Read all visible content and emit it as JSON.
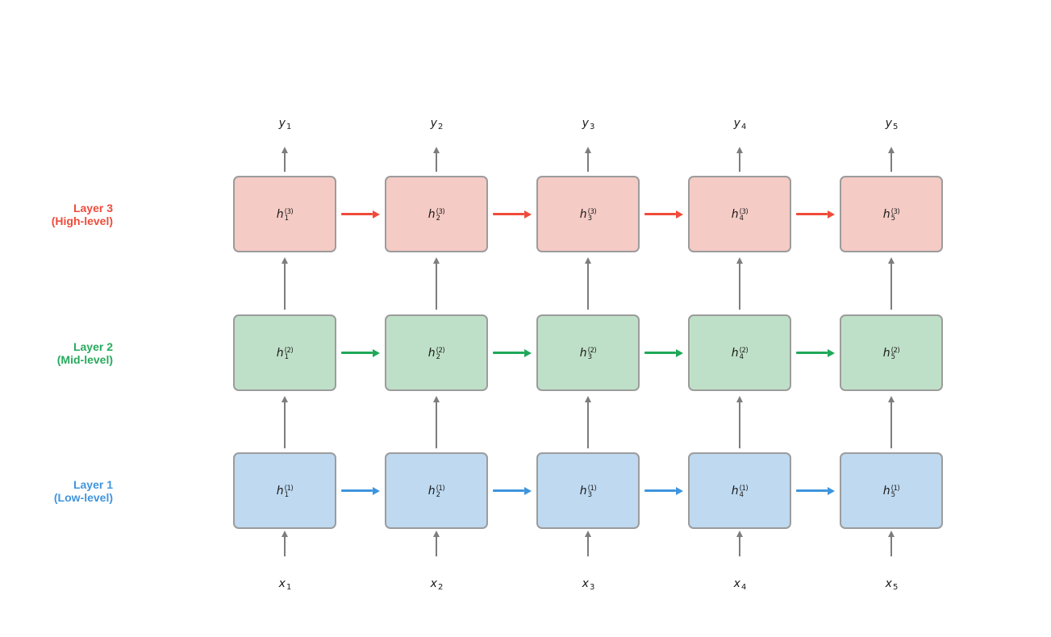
{
  "diagram": {
    "type": "stacked-rnn",
    "timesteps": 5,
    "background": "#ffffff"
  },
  "connector_color": "#7d7d7d",
  "layers": [
    {
      "id": "3",
      "name": "Layer 3",
      "sublabel": "(High-level)",
      "text_color": "#ed4c3b",
      "box_fill": "#f5cbc5",
      "box_border": "#9c9c9c",
      "arrow_color": "#ef4b3a",
      "cells": [
        {
          "var": "h",
          "sub": "1",
          "sup": "(3)"
        },
        {
          "var": "h",
          "sub": "2",
          "sup": "(3)"
        },
        {
          "var": "h",
          "sub": "3",
          "sup": "(3)"
        },
        {
          "var": "h",
          "sub": "4",
          "sup": "(3)"
        },
        {
          "var": "h",
          "sub": "5",
          "sup": "(3)"
        }
      ]
    },
    {
      "id": "2",
      "name": "Layer 2",
      "sublabel": "(Mid-level)",
      "text_color": "#27aa5d",
      "box_fill": "#bfe0c8",
      "box_border": "#9c9c9c",
      "arrow_color": "#1fa859",
      "cells": [
        {
          "var": "h",
          "sub": "1",
          "sup": "(2)"
        },
        {
          "var": "h",
          "sub": "2",
          "sup": "(2)"
        },
        {
          "var": "h",
          "sub": "3",
          "sup": "(2)"
        },
        {
          "var": "h",
          "sub": "4",
          "sup": "(2)"
        },
        {
          "var": "h",
          "sub": "5",
          "sup": "(2)"
        }
      ]
    },
    {
      "id": "1",
      "name": "Layer 1",
      "sublabel": "(Low-level)",
      "text_color": "#4095dd",
      "box_fill": "#bed9f0",
      "box_border": "#9c9c9c",
      "arrow_color": "#3e95dd",
      "cells": [
        {
          "var": "h",
          "sub": "1",
          "sup": "(1)"
        },
        {
          "var": "h",
          "sub": "2",
          "sup": "(1)"
        },
        {
          "var": "h",
          "sub": "3",
          "sup": "(1)"
        },
        {
          "var": "h",
          "sub": "4",
          "sup": "(1)"
        },
        {
          "var": "h",
          "sub": "5",
          "sup": "(1)"
        }
      ]
    }
  ],
  "outputs": [
    {
      "var": "y",
      "sub": "1"
    },
    {
      "var": "y",
      "sub": "2"
    },
    {
      "var": "y",
      "sub": "3"
    },
    {
      "var": "y",
      "sub": "4"
    },
    {
      "var": "y",
      "sub": "5"
    }
  ],
  "inputs": [
    {
      "var": "x",
      "sub": "1"
    },
    {
      "var": "x",
      "sub": "2"
    },
    {
      "var": "x",
      "sub": "3"
    },
    {
      "var": "x",
      "sub": "4"
    },
    {
      "var": "x",
      "sub": "5"
    }
  ]
}
